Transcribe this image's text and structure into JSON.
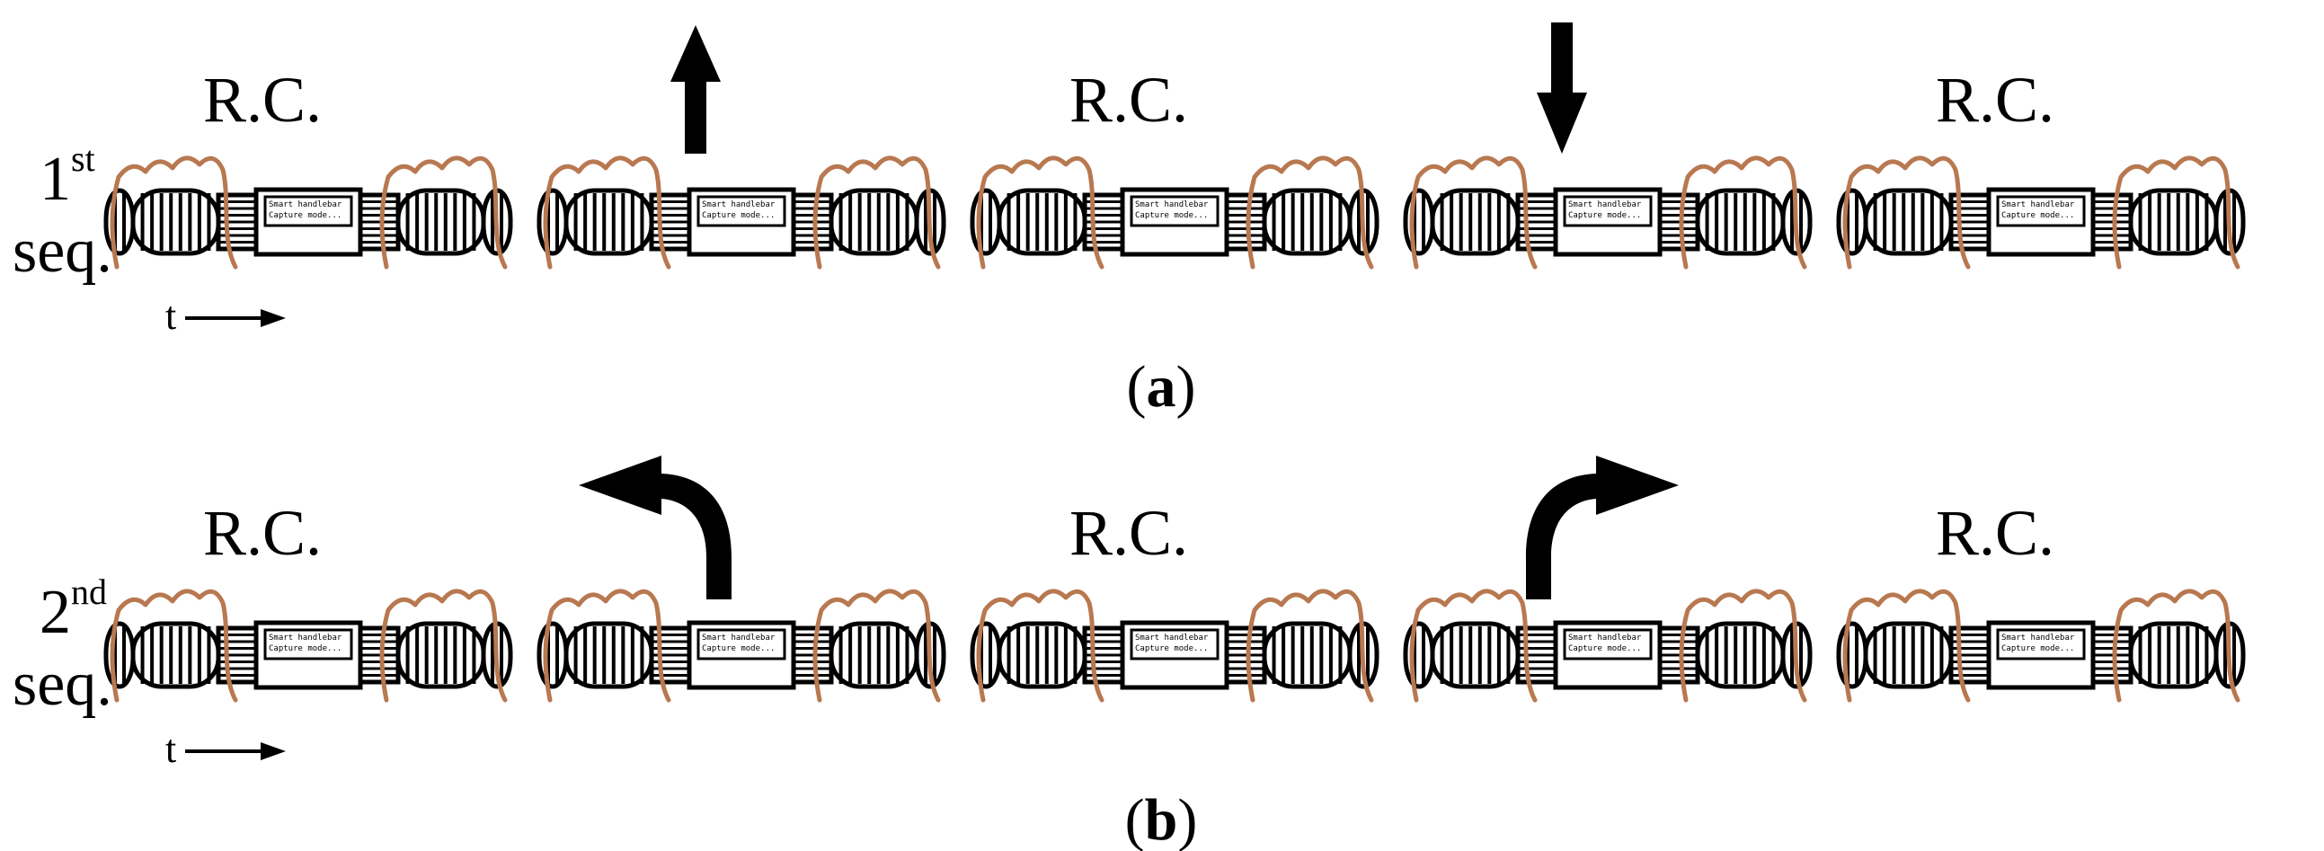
{
  "colors": {
    "ink": "#000000",
    "finger": "#b87850",
    "background": "#ffffff"
  },
  "handlebar": {
    "screen_line1": "Smart handlebar",
    "screen_line2": "Capture mode..."
  },
  "rows": [
    {
      "id": "first",
      "label_number": "1",
      "label_suffix": "st",
      "label_word": "seq.",
      "time_label": "t",
      "caption_open": "(",
      "caption_letter": "a",
      "caption_close": ")",
      "frames": [
        {
          "kind": "rest",
          "text": "R.C."
        },
        {
          "kind": "gesture",
          "gesture": "arrow-up"
        },
        {
          "kind": "rest",
          "text": "R.C."
        },
        {
          "kind": "gesture",
          "gesture": "arrow-down"
        },
        {
          "kind": "rest",
          "text": "R.C."
        }
      ]
    },
    {
      "id": "second",
      "label_number": "2",
      "label_suffix": "nd",
      "label_word": "seq.",
      "time_label": "t",
      "caption_open": "(",
      "caption_letter": "b",
      "caption_close": ")",
      "frames": [
        {
          "kind": "rest",
          "text": "R.C."
        },
        {
          "kind": "gesture",
          "gesture": "turn-left-arrow"
        },
        {
          "kind": "rest",
          "text": "R.C."
        },
        {
          "kind": "gesture",
          "gesture": "turn-right-arrow"
        },
        {
          "kind": "rest",
          "text": "R.C."
        }
      ]
    }
  ]
}
